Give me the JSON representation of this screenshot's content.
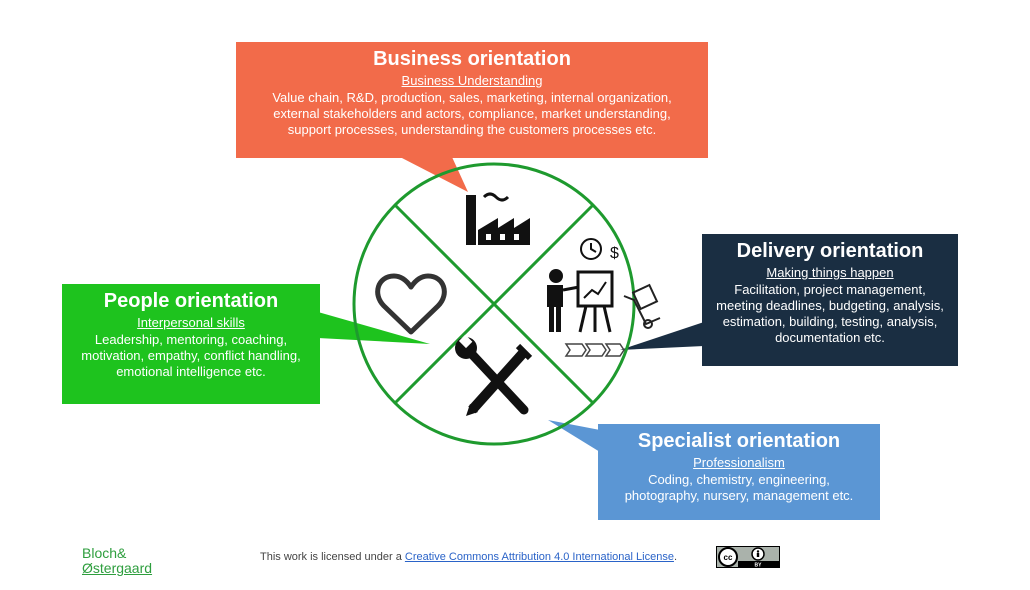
{
  "business": {
    "title": "Business orientation",
    "subtitle": "Business Understanding",
    "body": "Value chain, R&D, production, sales, marketing, internal organization, external stakeholders and actors, compliance,  market understanding, support processes, understanding the customers processes etc.",
    "color": "#f26b4a"
  },
  "people": {
    "title": "People orientation",
    "subtitle": "Interpersonal skills",
    "body": "Leadership, mentoring, coaching, motivation, empathy, conflict handling, emotional intelligence etc.",
    "color": "#1ec31e"
  },
  "delivery": {
    "title": "Delivery orientation",
    "subtitle": "Making things happen",
    "body": "Facilitation, project management, meeting deadlines, budgeting, analysis, estimation, building, testing, analysis, documentation etc.",
    "color": "#1a2e42"
  },
  "specialist": {
    "title": "Specialist orientation",
    "subtitle": "Professionalism",
    "body": "Coding, chemistry, engineering, photography, nursery, management etc.",
    "color": "#5b96d4"
  },
  "icons": {
    "business": "factory-icon",
    "people": "heart-icon",
    "delivery": "presenter-icon",
    "specialist": "tools-icon"
  },
  "footer": {
    "logo_line1": "Bloch&",
    "logo_line2": "Østergaard",
    "license_prefix": "This work is licensed under a ",
    "license_link": "Creative Commons Attribution 4.0 International License",
    "license_suffix": ".",
    "badge_cc": "cc",
    "badge_by": "BY"
  }
}
